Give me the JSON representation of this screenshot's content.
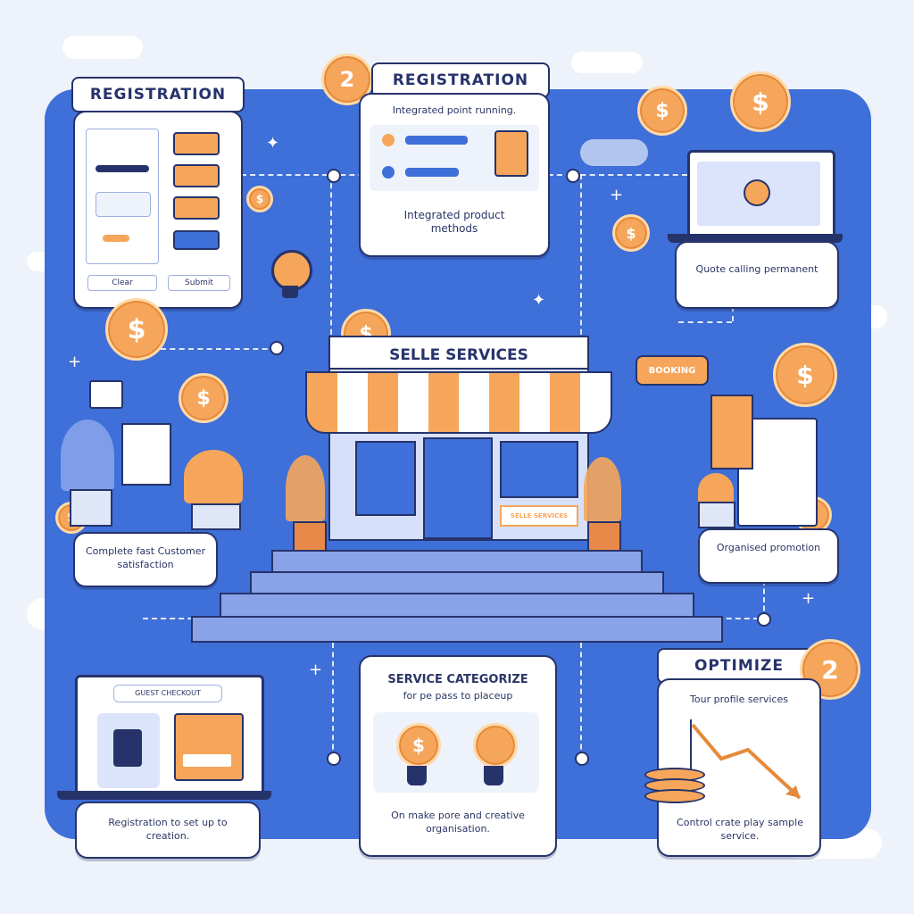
{
  "colors": {
    "board": "#3f6fd8",
    "accent": "#f5a65b",
    "navy": "#26336b",
    "card": "#ffffff"
  },
  "icons": {
    "coin": "dollar-coin-icon",
    "bulb": "lightbulb-icon",
    "store": "storefront-icon",
    "laptop": "laptop-icon",
    "plant": "plant-icon",
    "trend": "trend-arrow-icon"
  },
  "step_badge": "2",
  "coin_symbol": "$",
  "store": {
    "sign": "SELLE SERVICES",
    "window_sign": "SELLE SERVICES"
  },
  "cards": {
    "registration_left": {
      "title": "REGISTRATION",
      "buttons": [
        "Clear",
        "Submit"
      ]
    },
    "registration_top": {
      "title": "REGISTRATION",
      "heading": "Integrated point running.",
      "caption": "Integrated product methods"
    },
    "laptop_top_right": {
      "caption": "Quote calling permanent"
    },
    "left_mid": {
      "caption": "Complete fast Customer satisfaction"
    },
    "right_mid": {
      "caption": "Organised promotion"
    },
    "bottom_left": {
      "screen_label": "GUEST CHECKOUT",
      "caption": "Registration to set up to creation."
    },
    "bottom_mid": {
      "title": "SERVICE CATEGORIZE",
      "subtitle": "for pe pass to placeup",
      "caption": "On make pore and creative organisation."
    },
    "bottom_right": {
      "title": "OPTIMIZE",
      "subtitle": "Tour profile services",
      "caption": "Control crate play sample service."
    }
  },
  "speech_bubble": "BOOKING"
}
